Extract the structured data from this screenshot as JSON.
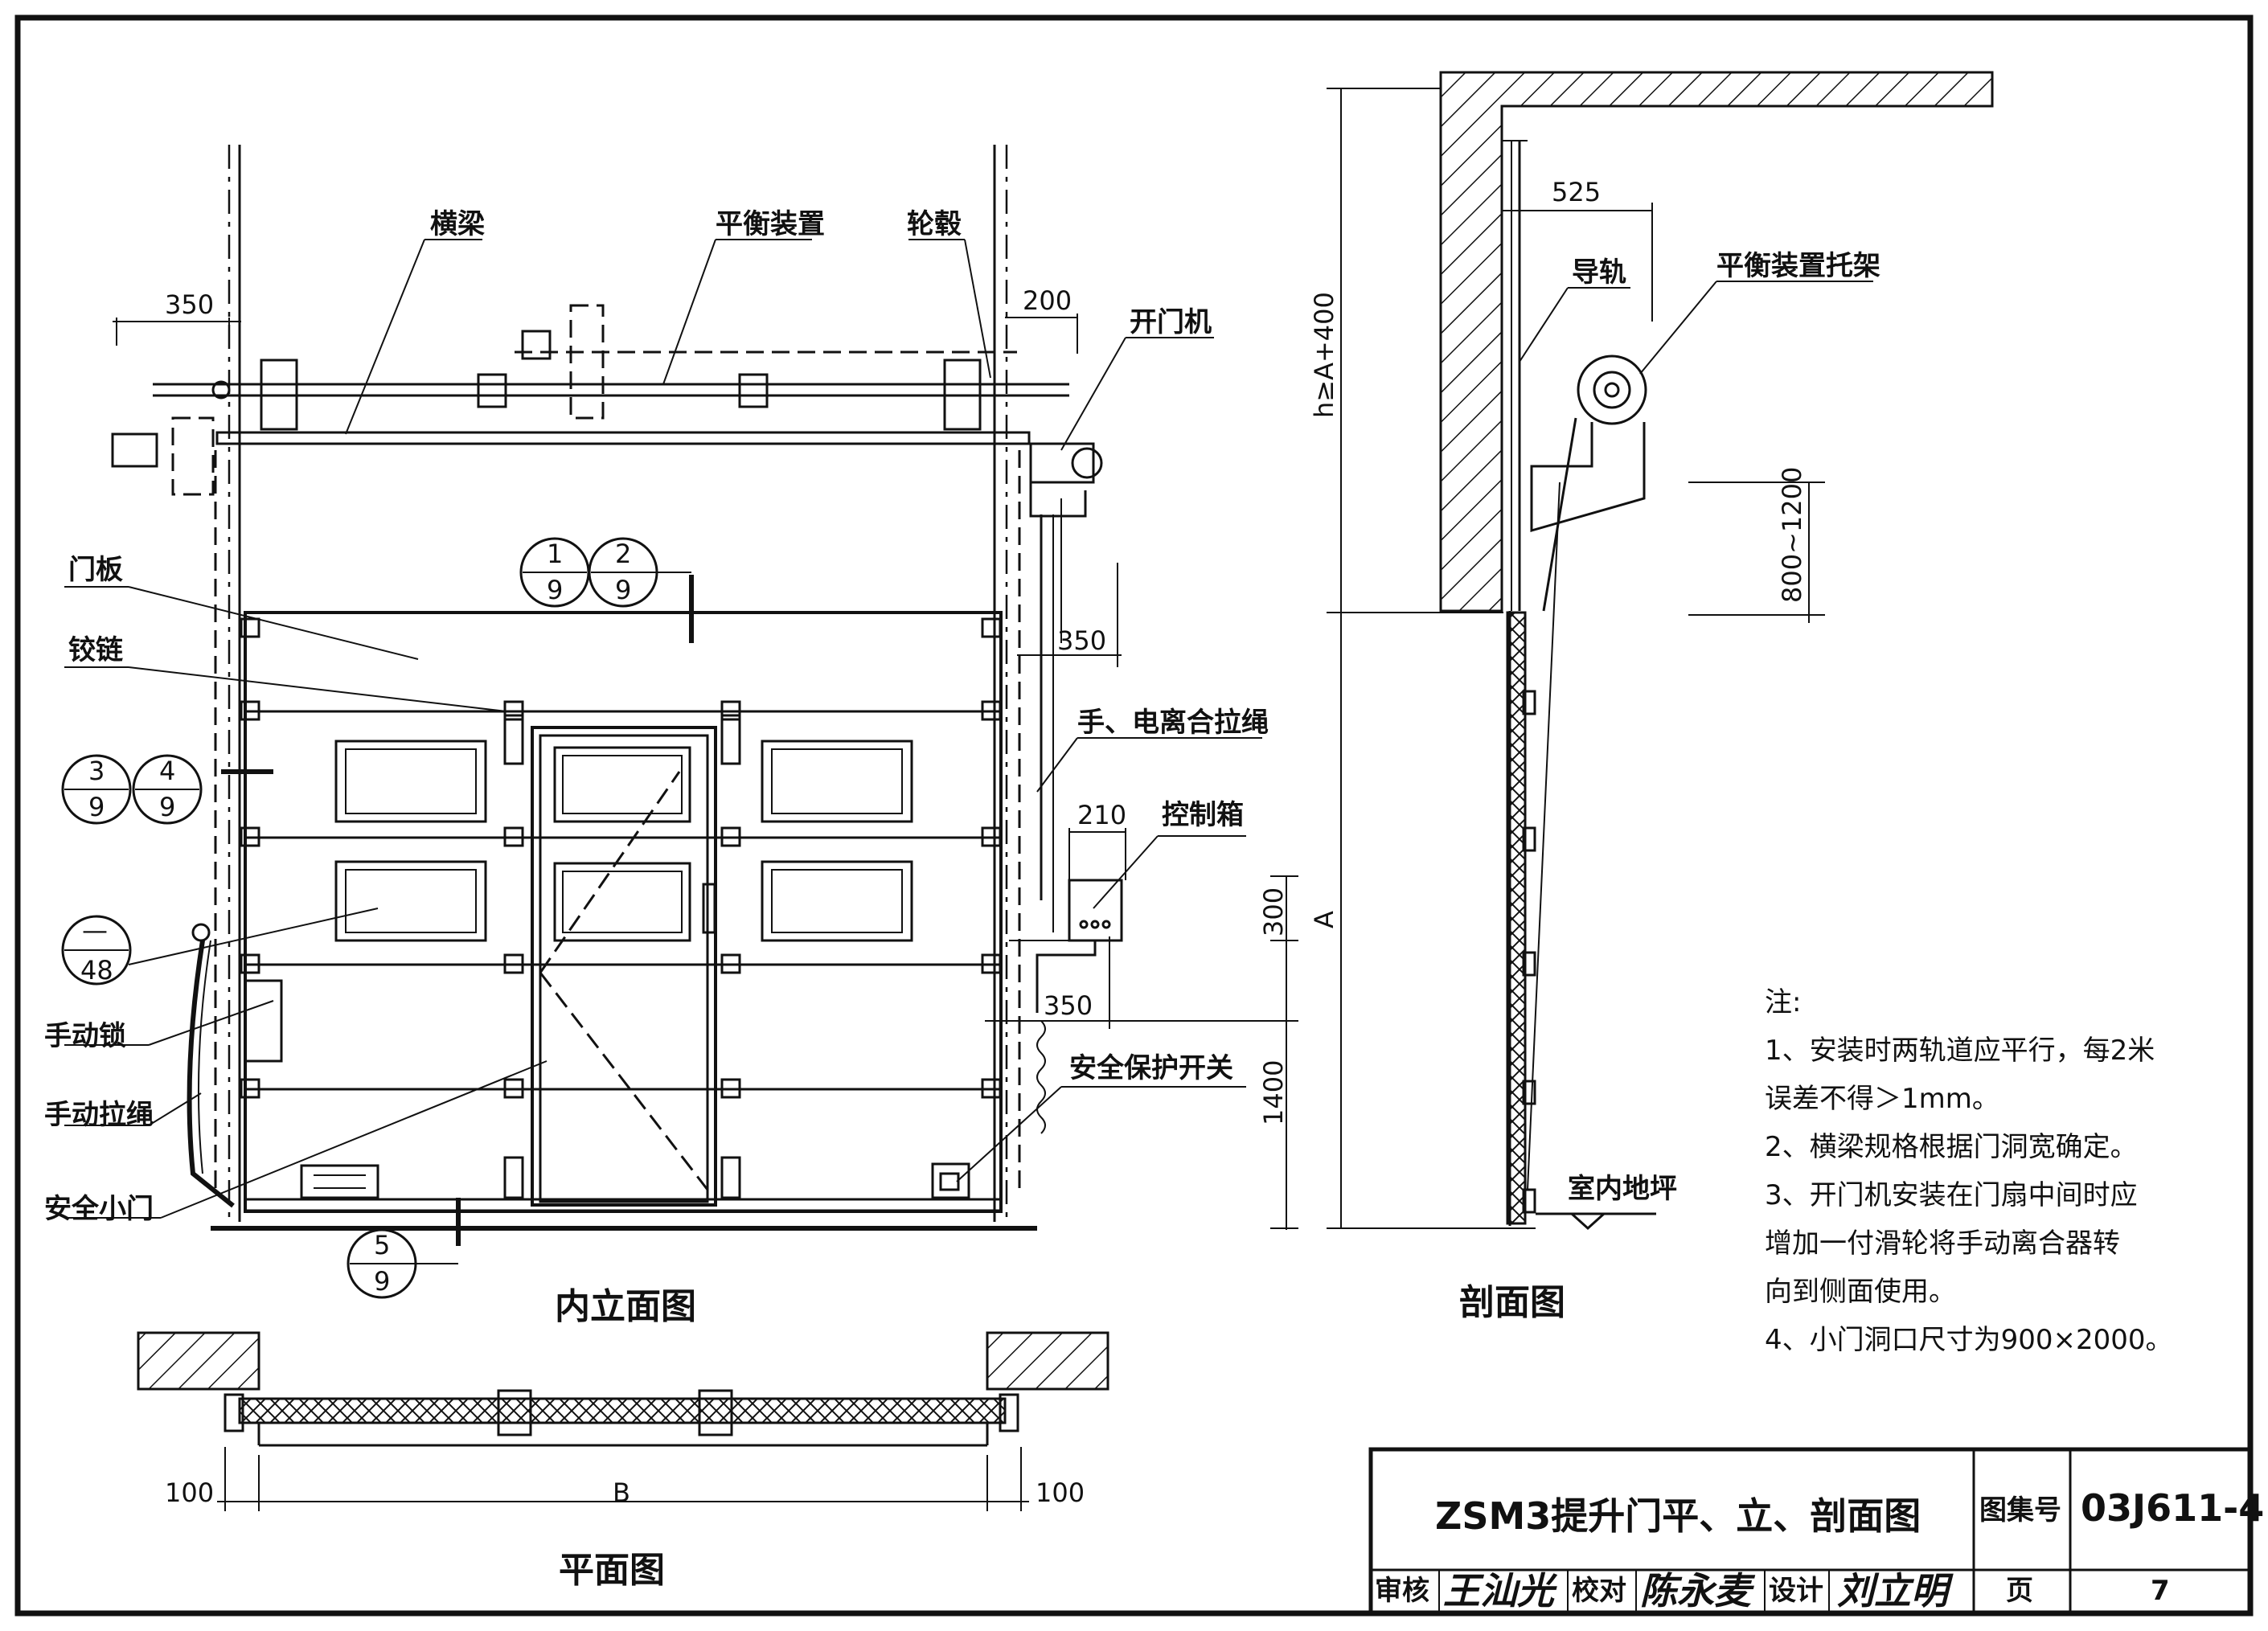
{
  "labels": {
    "beam": "横梁",
    "balance": "平衡装置",
    "hub": "轮毂",
    "opener": "开门机",
    "panel": "门板",
    "hinge": "铰链",
    "clutch_rope": "手、电离合拉绳",
    "control_box": "控制箱",
    "manual_lock": "手动锁",
    "manual_rope": "手动拉绳",
    "wicket_door": "安全小门",
    "safety_switch": "安全保护开关",
    "guide_rail": "导轨",
    "balance_bracket": "平衡装置托架",
    "indoor_floor": "室内地坪"
  },
  "dimensions": {
    "d350_top": "350",
    "d200": "200",
    "d350_mid": "350",
    "d210": "210",
    "d300": "300",
    "d350_low": "350",
    "d1400": "1400",
    "d525": "525",
    "d_h": "h≥A+400",
    "d_A": "A",
    "d800_1200": "800~1200",
    "d100_left": "100",
    "d_B": "B",
    "d100_right": "100"
  },
  "details": [
    {
      "num": "1",
      "sheet": "9"
    },
    {
      "num": "2",
      "sheet": "9"
    },
    {
      "num": "3",
      "sheet": "9"
    },
    {
      "num": "4",
      "sheet": "9"
    },
    {
      "num": "—",
      "sheet": "48"
    },
    {
      "num": "5",
      "sheet": "9"
    }
  ],
  "view_titles": {
    "elevation": "内立面图",
    "section": "剖面图",
    "plan": "平面图"
  },
  "notes": {
    "heading": "注:",
    "lines": [
      "1、安装时两轨道应平行，每2米",
      "误差不得＞1mm。",
      "2、横梁规格根据门洞宽确定。",
      "3、开门机安装在门扇中间时应",
      "增加一付滑轮将手动离合器转",
      "向到侧面使用。",
      "4、小门洞口尺寸为900×2000。"
    ]
  },
  "title_block": {
    "title": "ZSM3提升门平、立、剖面图",
    "atlas_label": "图集号",
    "atlas_no": "03J611-4",
    "review_label": "审核",
    "review_sig": "王汕光",
    "check_label": "校对",
    "check_sig": "陈永麦",
    "design_label": "设计",
    "design_sig": "刘立明",
    "page_label": "页",
    "page_no": "7"
  }
}
